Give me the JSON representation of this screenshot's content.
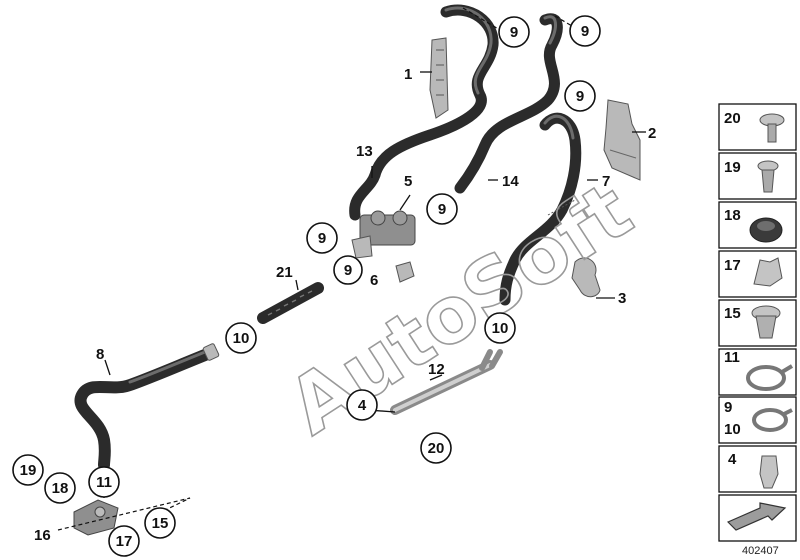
{
  "diagram": {
    "watermark": "AutoSoft",
    "reference_number": "402407",
    "callouts": [
      {
        "id": "c1",
        "label": "1"
      },
      {
        "id": "c2",
        "label": "2"
      },
      {
        "id": "c3",
        "label": "3"
      },
      {
        "id": "c4",
        "label": "4"
      },
      {
        "id": "c5",
        "label": "5"
      },
      {
        "id": "c6",
        "label": "6"
      },
      {
        "id": "c7",
        "label": "7"
      },
      {
        "id": "c8",
        "label": "8"
      },
      {
        "id": "c9a",
        "label": "9"
      },
      {
        "id": "c9b",
        "label": "9"
      },
      {
        "id": "c9c",
        "label": "9"
      },
      {
        "id": "c9d",
        "label": "9"
      },
      {
        "id": "c9e",
        "label": "9"
      },
      {
        "id": "c9f",
        "label": "9"
      },
      {
        "id": "c10a",
        "label": "10"
      },
      {
        "id": "c10b",
        "label": "10"
      },
      {
        "id": "c11",
        "label": "11"
      },
      {
        "id": "c12",
        "label": "12"
      },
      {
        "id": "c13",
        "label": "13"
      },
      {
        "id": "c14",
        "label": "14"
      },
      {
        "id": "c15",
        "label": "15"
      },
      {
        "id": "c16",
        "label": "16"
      },
      {
        "id": "c17",
        "label": "17"
      },
      {
        "id": "c18",
        "label": "18"
      },
      {
        "id": "c19",
        "label": "19"
      },
      {
        "id": "c20",
        "label": "20"
      },
      {
        "id": "c21",
        "label": "21"
      }
    ],
    "side_panel": [
      {
        "label": "20",
        "icon": "screw-icon"
      },
      {
        "label": "19",
        "icon": "expanding-rivet-icon"
      },
      {
        "label": "18",
        "icon": "grommet-icon"
      },
      {
        "label": "17",
        "icon": "clip-icon"
      },
      {
        "label": "15",
        "icon": "expanding-nut-icon"
      },
      {
        "label": "11",
        "icon": "hose-clamp-icon"
      },
      {
        "label": "9",
        "label2": "10",
        "icon": "spring-clamp-icon"
      },
      {
        "label": "4",
        "icon": "nut-clip-icon"
      },
      {
        "label": "",
        "icon": "arrow-icon"
      }
    ]
  }
}
